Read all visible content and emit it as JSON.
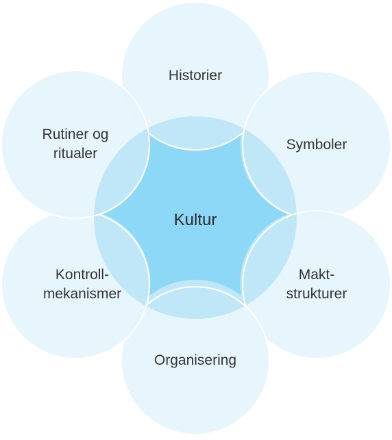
{
  "center": {
    "label": "Kultur"
  },
  "petals": [
    {
      "id": "historier",
      "lines": [
        "Historier"
      ]
    },
    {
      "id": "symboler",
      "lines": [
        "Symboler"
      ]
    },
    {
      "id": "maktstrukturer",
      "lines": [
        "Makt-",
        "strukturer"
      ]
    },
    {
      "id": "organisering",
      "lines": [
        "Organisering"
      ]
    },
    {
      "id": "kontrollmekanismer",
      "lines": [
        "Kontroll-",
        "mekanismer"
      ]
    },
    {
      "id": "rutiner-og-ritualer",
      "lines": [
        "Rutiner og",
        "ritualer"
      ]
    }
  ],
  "colors": {
    "petal_fill": "#e3f4fc",
    "petal_stroke": "#ffffff",
    "center_fill": "#bfe7f8",
    "core_fill": "#8cd8f6"
  }
}
